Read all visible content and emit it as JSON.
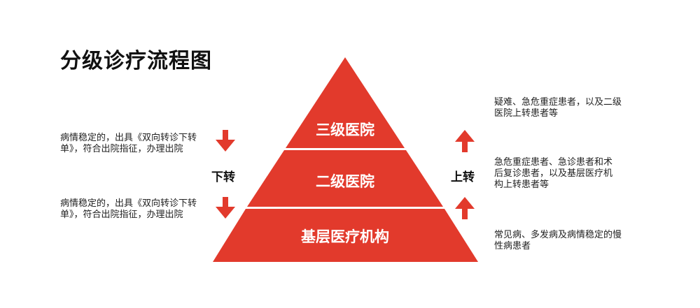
{
  "title": "分级诊疗流程图",
  "colors": {
    "pyramid_red": "#e23a2c",
    "arrow_red": "#e23a2c",
    "divider": "#ffffff"
  },
  "tiers": [
    {
      "label": "三级医院"
    },
    {
      "label": "二级医院"
    },
    {
      "label": "基层医疗机构"
    }
  ],
  "down": {
    "label": "下转",
    "icon": "arrow-down-icon",
    "notes": [
      "病情稳定的，出具《双向转诊下转单》，符合出院指征，办理出院",
      "病情稳定的，出具《双向转诊下转单》，符合出院指征，办理出院"
    ]
  },
  "up": {
    "label": "上转",
    "icon": "arrow-up-icon",
    "notes": [
      "疑难、急危重症患者，以及二级医院上转患者等",
      "急危重症患者、急诊患者和术后复诊患者，以及基层医疗机构上转患者等",
      "常见病、多发病及病情稳定的慢性病患者"
    ]
  }
}
